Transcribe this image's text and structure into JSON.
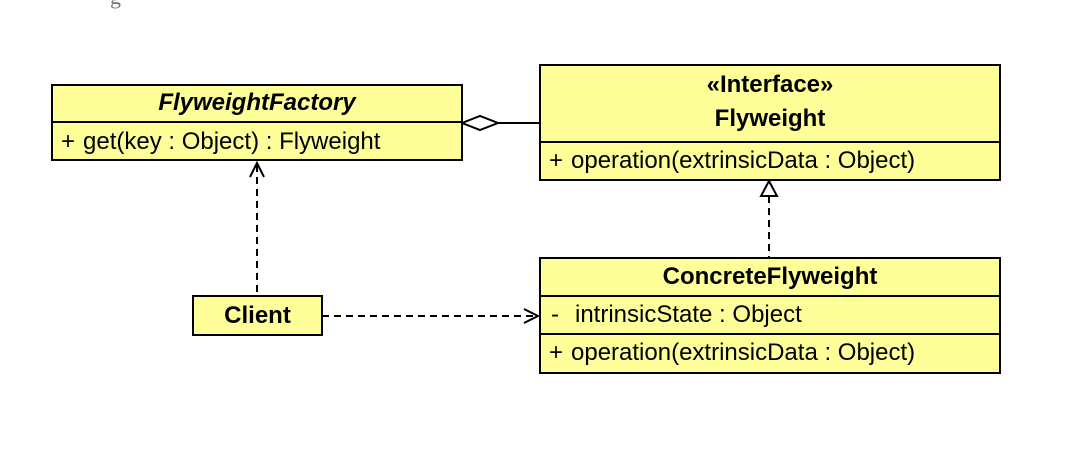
{
  "header": {
    "partial_text": "g"
  },
  "colors": {
    "class_fill": "#ffff99",
    "border": "#000000",
    "background": "#ffffff"
  },
  "classes": {
    "flyweight_factory": {
      "name": "FlyweightFactory",
      "abstract": true,
      "operations": [
        {
          "visibility": "+",
          "signature": "get(key : Object) : Flyweight"
        }
      ]
    },
    "flyweight": {
      "stereotype": "«Interface»",
      "name": "Flyweight",
      "operations": [
        {
          "visibility": "+",
          "signature": "operation(extrinsicData : Object)"
        }
      ]
    },
    "concrete_flyweight": {
      "name": "ConcreteFlyweight",
      "attributes": [
        {
          "visibility": "-",
          "signature": "intrinsicState : Object"
        }
      ],
      "operations": [
        {
          "visibility": "+",
          "signature": "operation(extrinsicData : Object)"
        }
      ]
    },
    "client": {
      "name": "Client"
    }
  },
  "relationships": [
    {
      "type": "aggregation",
      "from": "FlyweightFactory",
      "to": "Flyweight"
    },
    {
      "type": "realization",
      "from": "ConcreteFlyweight",
      "to": "Flyweight"
    },
    {
      "type": "dependency",
      "from": "Client",
      "to": "FlyweightFactory"
    },
    {
      "type": "dependency",
      "from": "Client",
      "to": "ConcreteFlyweight"
    }
  ]
}
